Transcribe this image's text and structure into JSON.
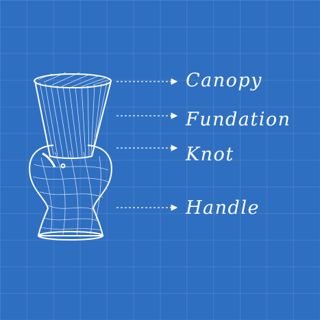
{
  "diagram": {
    "labels": {
      "canopy": "Canopy",
      "fundation": "Fundation",
      "knot": "Knot",
      "handle": "Handle"
    }
  },
  "colors": {
    "background": "#2f6fc1",
    "grid": "#5a8fd3",
    "ink": "#ffffff"
  }
}
